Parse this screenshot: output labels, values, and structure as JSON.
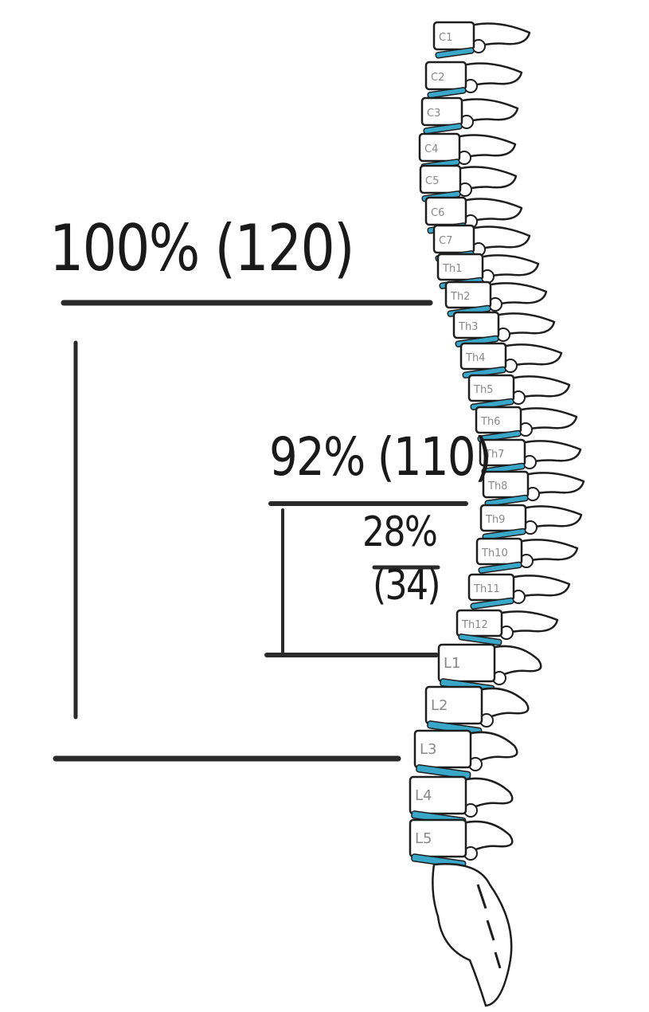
{
  "annotations": {
    "full": "100% (120)",
    "upper": "92% (110)",
    "lower_pct": "28%",
    "lower_val": "(34)"
  },
  "vertebrae": [
    "C1",
    "C2",
    "C3",
    "C4",
    "C5",
    "C6",
    "C7",
    "Th1",
    "Th2",
    "Th3",
    "Th4",
    "Th5",
    "Th6",
    "Th7",
    "Th8",
    "Th9",
    "Th10",
    "Th11",
    "Th12",
    "L1",
    "L2",
    "L3",
    "L4",
    "L5"
  ],
  "colors": {
    "disc": "#3aa6c8",
    "line": "#2a2a2a",
    "bone_outline": "#1e1e1e"
  }
}
